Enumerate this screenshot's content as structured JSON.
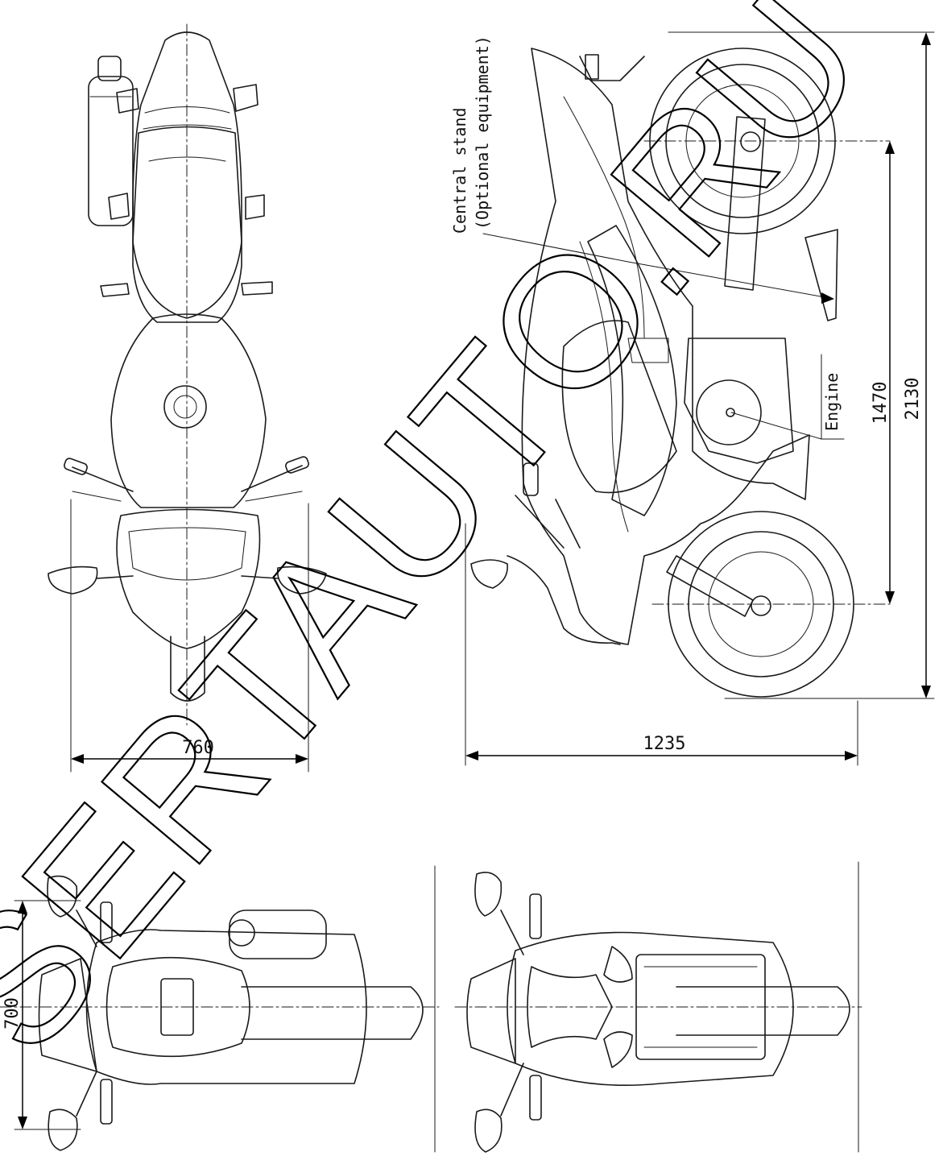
{
  "dimensions": {
    "width_top": "760",
    "length_side": "1235",
    "wheelbase": "1470",
    "overall_length": "2130",
    "height_rear": "700"
  },
  "labels": {
    "central_stand_line1": "Central stand",
    "central_stand_line2": "(Optional equipment)",
    "engine": "Engine"
  },
  "watermark": "SERTAUTO.RU"
}
